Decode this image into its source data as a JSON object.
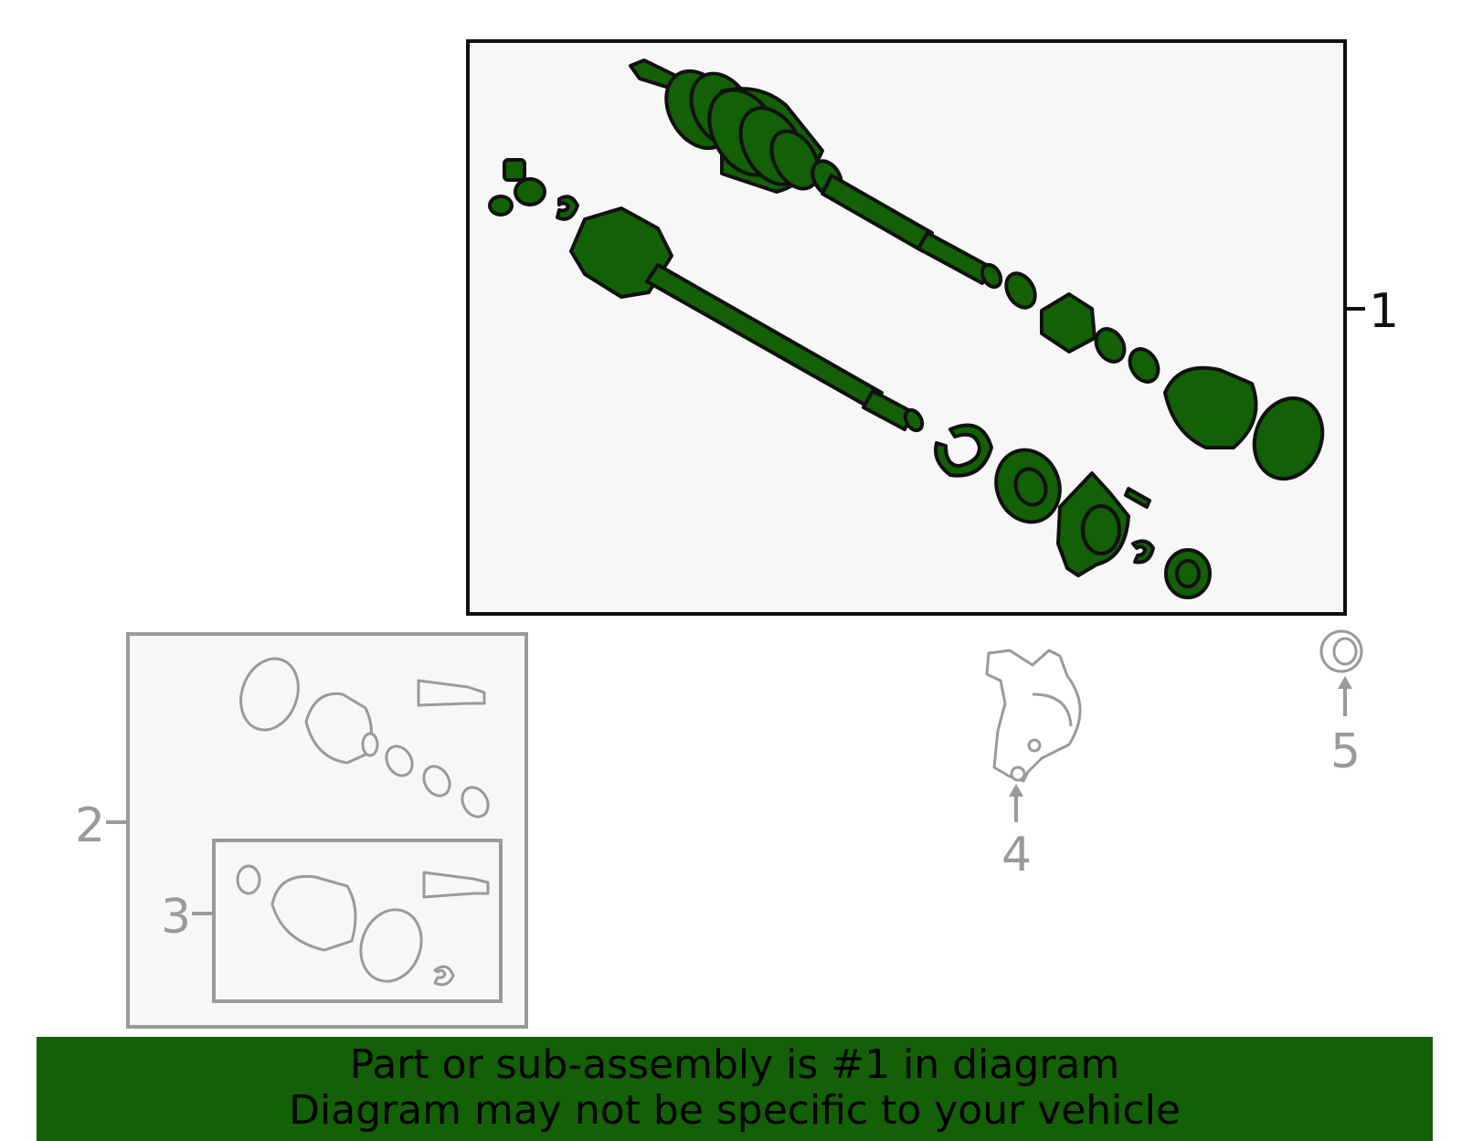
{
  "callouts": {
    "c1": "1",
    "c2": "2",
    "c3": "3",
    "c4": "4",
    "c5": "5"
  },
  "banner": {
    "line1": "Part or sub-assembly is #1 in diagram",
    "line2": "Diagram may not be specific to your vehicle"
  },
  "colors": {
    "highlight_fill": "#136006",
    "outline": "#111111",
    "other_parts": "#9a9a9a",
    "panel_bg": "#f7f7f7"
  }
}
